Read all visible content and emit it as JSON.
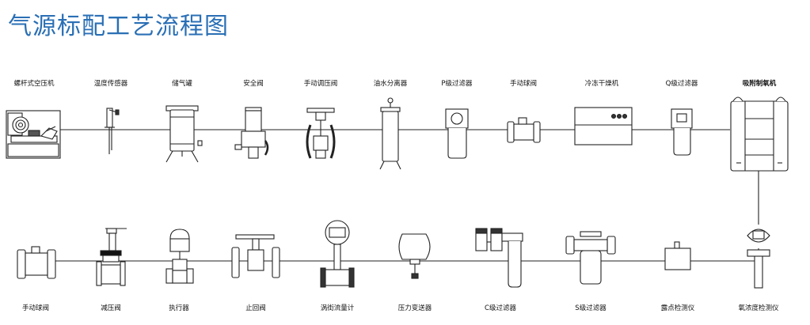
{
  "title": "气源标配工艺流程图",
  "top_row": [
    {
      "label": "螺杆式空压机",
      "icon": "screw-compressor-icon"
    },
    {
      "label": "温度传感器",
      "icon": "temperature-sensor-icon"
    },
    {
      "label": "储气罐",
      "icon": "air-tank-icon"
    },
    {
      "label": "安全阀",
      "icon": "safety-valve-icon"
    },
    {
      "label": "手动调压阀",
      "icon": "manual-regulator-valve-icon"
    },
    {
      "label": "油水分离器",
      "icon": "oil-water-separator-icon"
    },
    {
      "label": "P级过滤器",
      "icon": "p-filter-icon"
    },
    {
      "label": "手动球阀",
      "icon": "manual-ball-valve-icon"
    },
    {
      "label": "冷冻干燥机",
      "icon": "refrigerated-dryer-icon"
    },
    {
      "label": "Q级过滤器",
      "icon": "q-filter-icon"
    },
    {
      "label": "吸附制氧机",
      "icon": "adsorption-oxygen-generator-icon"
    }
  ],
  "bottom_row": [
    {
      "label": "手动球阀",
      "icon": "manual-ball-valve-icon"
    },
    {
      "label": "减压阀",
      "icon": "pressure-reducing-valve-icon"
    },
    {
      "label": "执行器",
      "icon": "actuator-icon"
    },
    {
      "label": "止回阀",
      "icon": "check-valve-icon"
    },
    {
      "label": "涡街流量计",
      "icon": "vortex-flowmeter-icon"
    },
    {
      "label": "压力变送器",
      "icon": "pressure-transmitter-icon"
    },
    {
      "label": "C级过滤器",
      "icon": "c-filter-icon"
    },
    {
      "label": "S级过滤器",
      "icon": "s-filter-icon"
    },
    {
      "label": "露点检测仪",
      "icon": "dew-point-detector-icon"
    },
    {
      "label": "氧浓度检测仪",
      "icon": "oxygen-concentration-detector-icon"
    }
  ]
}
